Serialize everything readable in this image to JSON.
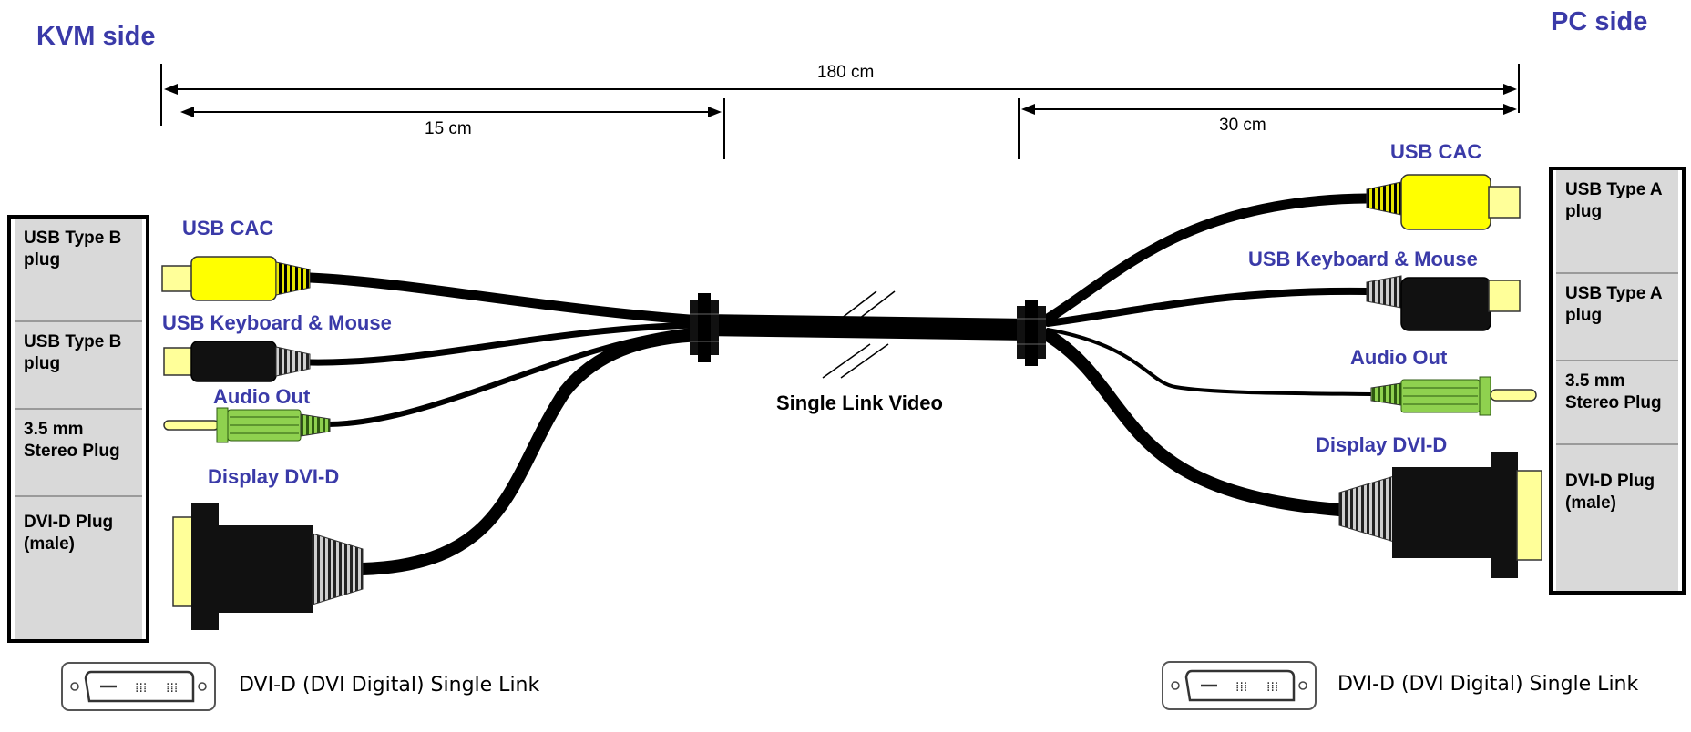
{
  "sides": {
    "kvm": "KVM side",
    "pc": "PC side"
  },
  "dimensions": {
    "total": "180 cm",
    "left_breakout": "15 cm",
    "right_breakout": "30 cm"
  },
  "center_label": "Single Link Video",
  "left_panel": [
    "USB Type B plug",
    "USB Type B plug",
    "3.5 mm Stereo Plug",
    "DVI-D Plug (male)"
  ],
  "right_panel": [
    "USB Type A plug",
    "USB Type A plug",
    "3.5 mm Stereo Plug",
    "DVI-D Plug (male)"
  ],
  "left_connectors": {
    "usb_cac": "USB CAC",
    "usb_km": "USB Keyboard & Mouse",
    "audio": "Audio Out",
    "dvi": "Display DVI-D"
  },
  "right_connectors": {
    "usb_cac": "USB CAC",
    "usb_km": "USB Keyboard & Mouse",
    "audio": "Audio Out",
    "dvi": "Display DVI-D"
  },
  "legend": {
    "left": "DVI-D (DVI Digital) Single Link",
    "right": "DVI-D (DVI Digital) Single Link"
  },
  "colors": {
    "label_blue": "#3a3aa8",
    "usb_cac_yellow": "#ffff00",
    "audio_green": "#8fd14f",
    "dvi_cream": "#ffff99",
    "cable": "#000000",
    "panel_gray": "#d9d9d9"
  }
}
